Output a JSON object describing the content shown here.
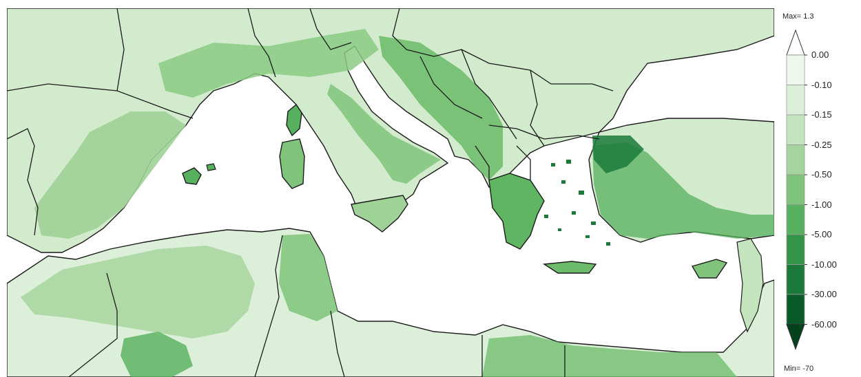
{
  "legend": {
    "max_label": "Max= 1.3",
    "min_label": "Min= -70",
    "levels": [
      "0.00",
      "-0.10",
      "-0.15",
      "-0.25",
      "-0.50",
      "-1.00",
      "-5.00",
      "-10.00",
      "-30.00",
      "-60.00"
    ],
    "colors": [
      "#ffffff",
      "#eef7ec",
      "#dcefd8",
      "#c3e4bd",
      "#a4d59c",
      "#7fc47a",
      "#57b05e",
      "#349448",
      "#1b7a3a",
      "#0a5a28",
      "#04421c"
    ]
  },
  "map": {
    "sea_color": "#ffffff",
    "border_color": "#1a1a1a"
  }
}
